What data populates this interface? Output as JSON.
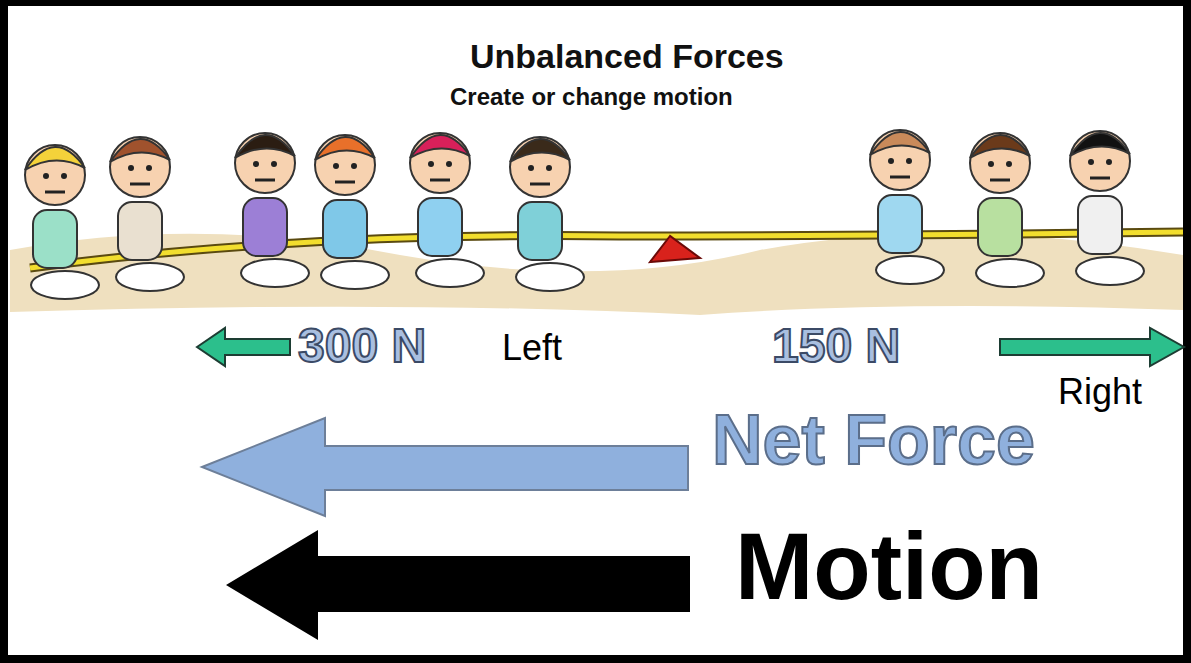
{
  "diagram": {
    "title": "Unbalanced Forces",
    "labels": [
      "Create or change motion",
      "300 N",
      "Left",
      "150 N",
      "Right",
      "Net Force",
      "Motion"
    ]
  }
}
